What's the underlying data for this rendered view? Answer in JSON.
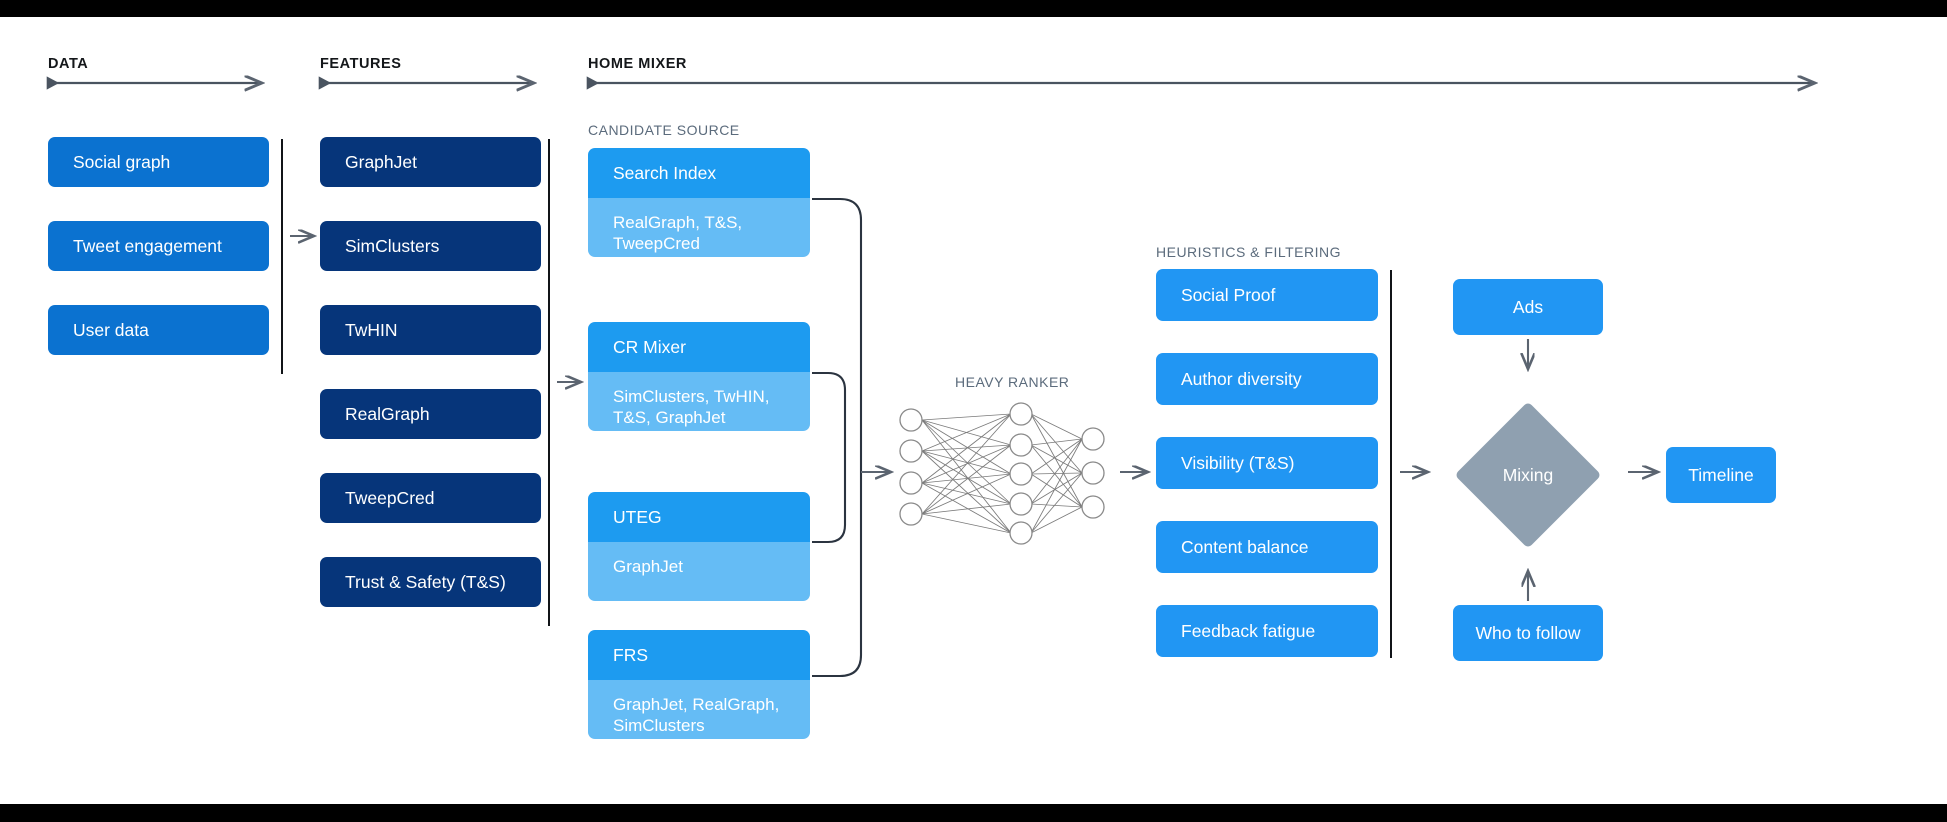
{
  "sections": {
    "data": {
      "label": "DATA"
    },
    "features": {
      "label": "FEATURES"
    },
    "home_mixer": {
      "label": "HOME MIXER"
    },
    "candidate_source": {
      "label": "CANDIDATE SOURCE"
    },
    "heavy_ranker": {
      "label": "HEAVY RANKER"
    },
    "heuristics": {
      "label": "HEURISTICS & FILTERING"
    }
  },
  "data_boxes": [
    {
      "label": "Social graph"
    },
    {
      "label": "Tweet engagement"
    },
    {
      "label": "User data"
    }
  ],
  "feature_boxes": [
    {
      "label": "GraphJet"
    },
    {
      "label": "SimClusters"
    },
    {
      "label": "TwHIN"
    },
    {
      "label": "RealGraph"
    },
    {
      "label": "TweepCred"
    },
    {
      "label": "Trust & Safety (T&S)"
    }
  ],
  "candidate_sources": [
    {
      "title": "Search Index",
      "features_line1": "RealGraph, T&S,",
      "features_line2": "TweepCred"
    },
    {
      "title": "CR Mixer",
      "features_line1": "SimClusters, TwHIN,",
      "features_line2": "T&S, GraphJet"
    },
    {
      "title": "UTEG",
      "features_line1": "GraphJet",
      "features_line2": ""
    },
    {
      "title": "FRS",
      "features_line1": "GraphJet, RealGraph,",
      "features_line2": "SimClusters"
    }
  ],
  "heuristic_boxes": [
    {
      "label": "Social Proof"
    },
    {
      "label": "Author diversity"
    },
    {
      "label": "Visibility (T&S)"
    },
    {
      "label": "Content balance"
    },
    {
      "label": "Feedback fatigue"
    }
  ],
  "outputs": {
    "ads": {
      "label": "Ads"
    },
    "mixing": {
      "label": "Mixing"
    },
    "timeline": {
      "label": "Timeline"
    },
    "who_to_follow": {
      "label": "Who to follow"
    }
  },
  "neural_net": {
    "input_nodes": 4,
    "hidden_nodes": 5,
    "output_nodes": 3
  },
  "colors": {
    "data_box": "#0b72d0",
    "feature_box": "#06357a",
    "candidate_header": "#1d9bf0",
    "candidate_body": "#65bcf5",
    "heuristic_box": "#2196f3",
    "output_box": "#2196f3",
    "mixing_diamond": "#8fa0b0",
    "sheet_background": "#ffffff",
    "frame": "#000000",
    "label_muted": "#5b6b7c",
    "label_strong": "#14171a"
  }
}
